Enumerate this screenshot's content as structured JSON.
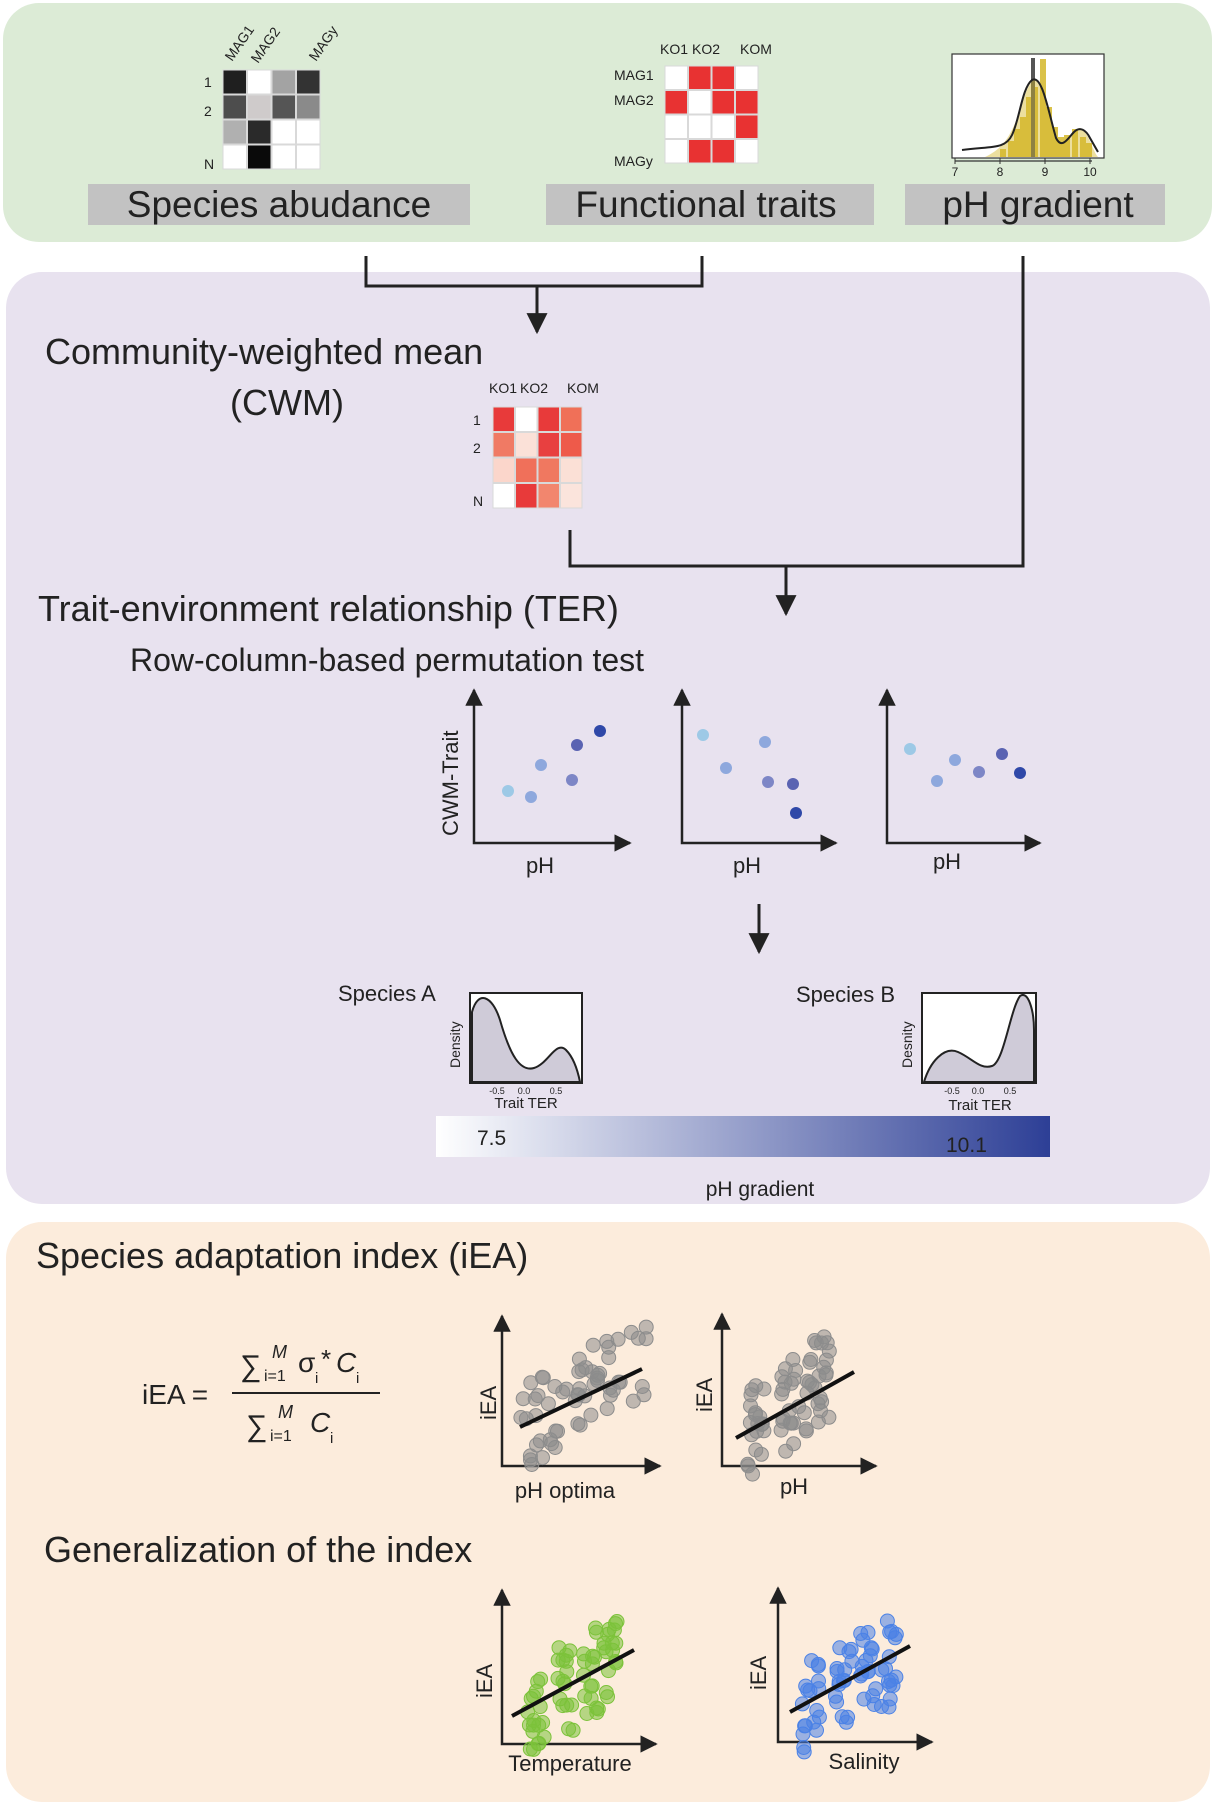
{
  "top": {
    "species_abundance": {
      "label": "Species abudance",
      "col_headers": [
        "MAG1",
        "MAG2",
        "MAGy"
      ],
      "row_labels": [
        "1",
        "2",
        "N"
      ],
      "grid": [
        [
          "#1f1f1f",
          "#ffffff",
          "#a3a3a3",
          "#333333"
        ],
        [
          "#4d4d4d",
          "#cfcbcb",
          "#555555",
          "#8a8a8a"
        ],
        [
          "#b0b0b0",
          "#2a2a2a",
          "#ffffff",
          "#ffffff"
        ],
        [
          "#ffffff",
          "#0a0a0a",
          "#ffffff",
          "#ffffff"
        ]
      ]
    },
    "functional_traits": {
      "label": "Functional traits",
      "col_headers": [
        "KO1",
        "KO2",
        "KOM"
      ],
      "row_labels": [
        "MAG1",
        "MAG2",
        "MAGy"
      ],
      "grid": [
        [
          "#ffffff",
          "#e83232",
          "#e83232",
          "#ffffff"
        ],
        [
          "#e83232",
          "#ffffff",
          "#e83232",
          "#e83232"
        ],
        [
          "#ffffff",
          "#ffffff",
          "#ffffff",
          "#e83232"
        ],
        [
          "#ffffff",
          "#e83232",
          "#e83232",
          "#ffffff"
        ]
      ]
    },
    "ph_gradient": {
      "label": "pH gradient",
      "ticks": [
        "7",
        "8",
        "9",
        "10"
      ],
      "bar_color": "#d4b72a"
    }
  },
  "cwm": {
    "title_line1": "Community-weighted mean",
    "title_line2": "(CWM)",
    "col_headers": [
      "KO1",
      "KO2",
      "KOM"
    ],
    "row_labels": [
      "1",
      "2",
      "N"
    ],
    "grid": [
      [
        "#e83a3a",
        "#ffffff",
        "#e83a3a",
        "#f07058"
      ],
      [
        "#f07a64",
        "#fbe1d8",
        "#e84040",
        "#ee5a4a"
      ],
      [
        "#fbd6cb",
        "#f0705a",
        "#f07860",
        "#fbe0d6"
      ],
      [
        "#ffffff",
        "#e83a3a",
        "#f2866e",
        "#fbe4dc"
      ]
    ]
  },
  "ter": {
    "title": "Trait-environment relationship (TER)",
    "subtitle": "Row-column-based permutation test",
    "ylabel": "CWM-Trait",
    "xlabels": [
      "pH",
      "pH",
      "pH"
    ]
  },
  "species_density": {
    "a": {
      "name": "Species A",
      "ylabel": "Density",
      "xlabel": "Trait TER",
      "ticks": [
        "-0.5",
        "0.0",
        "0.5"
      ]
    },
    "b": {
      "name": "Species B",
      "ylabel": "Desnity",
      "xlabel": "Trait TER",
      "ticks": [
        "-0.5",
        "0.0",
        "0.5"
      ]
    }
  },
  "gradient_bar": {
    "min_label": "7.5",
    "max_label": "10.1",
    "caption": "pH gradient",
    "color_start": "#ffffff",
    "color_end": "#2d3f96"
  },
  "iea": {
    "title": "Species adaptation index (iEA)",
    "formula_lhs": "iEA =",
    "sum_symbol": "∑",
    "sum_lower": "i=1",
    "sum_upper": "M",
    "numerator_term": "σ",
    "numerator_sub": "i",
    "numerator_op": "*",
    "var": "C",
    "var_sub": "i",
    "plot1": {
      "ylabel": "iEA",
      "xlabel": "pH optima"
    },
    "plot2": {
      "ylabel": "iEA",
      "xlabel": "pH"
    }
  },
  "generalization": {
    "title": "Generalization of the index",
    "plot1": {
      "ylabel": "iEA",
      "xlabel": "Temperature",
      "color": "#7cc23a"
    },
    "plot2": {
      "ylabel": "iEA",
      "xlabel": "Salinity",
      "color": "#4b82e6"
    }
  },
  "colors": {
    "top_panel": "#dcebd6",
    "middle_panel": "#e8e2ef",
    "bottom_panel": "#fcecdc"
  }
}
